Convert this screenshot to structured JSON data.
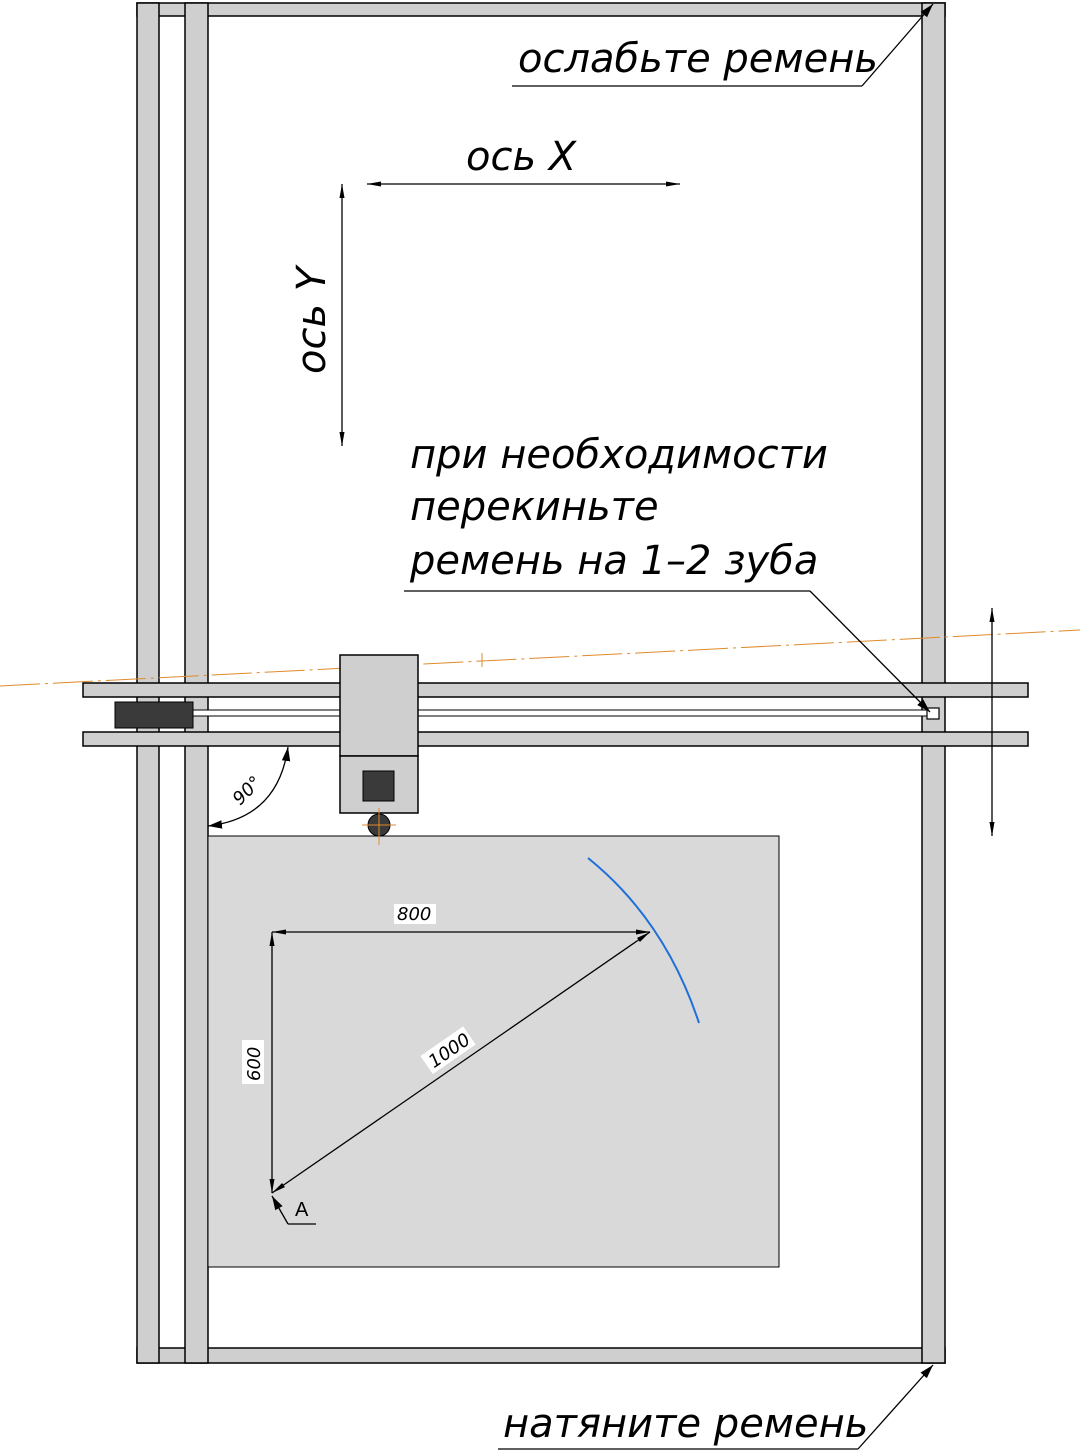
{
  "labels": {
    "loosen_belt": "ослабьте ремень",
    "tighten_belt": "натяните ремень",
    "axis_x": "ось X",
    "axis_y": "ось Y",
    "note_line1": "при необходимости",
    "note_line2": "перекиньте",
    "note_line3": "ремень на 1–2 зуба",
    "angle": "90°",
    "point_a": "A"
  },
  "dimensions": {
    "width": "800",
    "height": "600",
    "diagonal": "1000"
  },
  "colors": {
    "frame": "#cfcfcf",
    "workpiece": "#d9d9d9",
    "arc": "#1e6fd9",
    "centerline": "#e08a2c",
    "block": "#3a3a3a"
  }
}
